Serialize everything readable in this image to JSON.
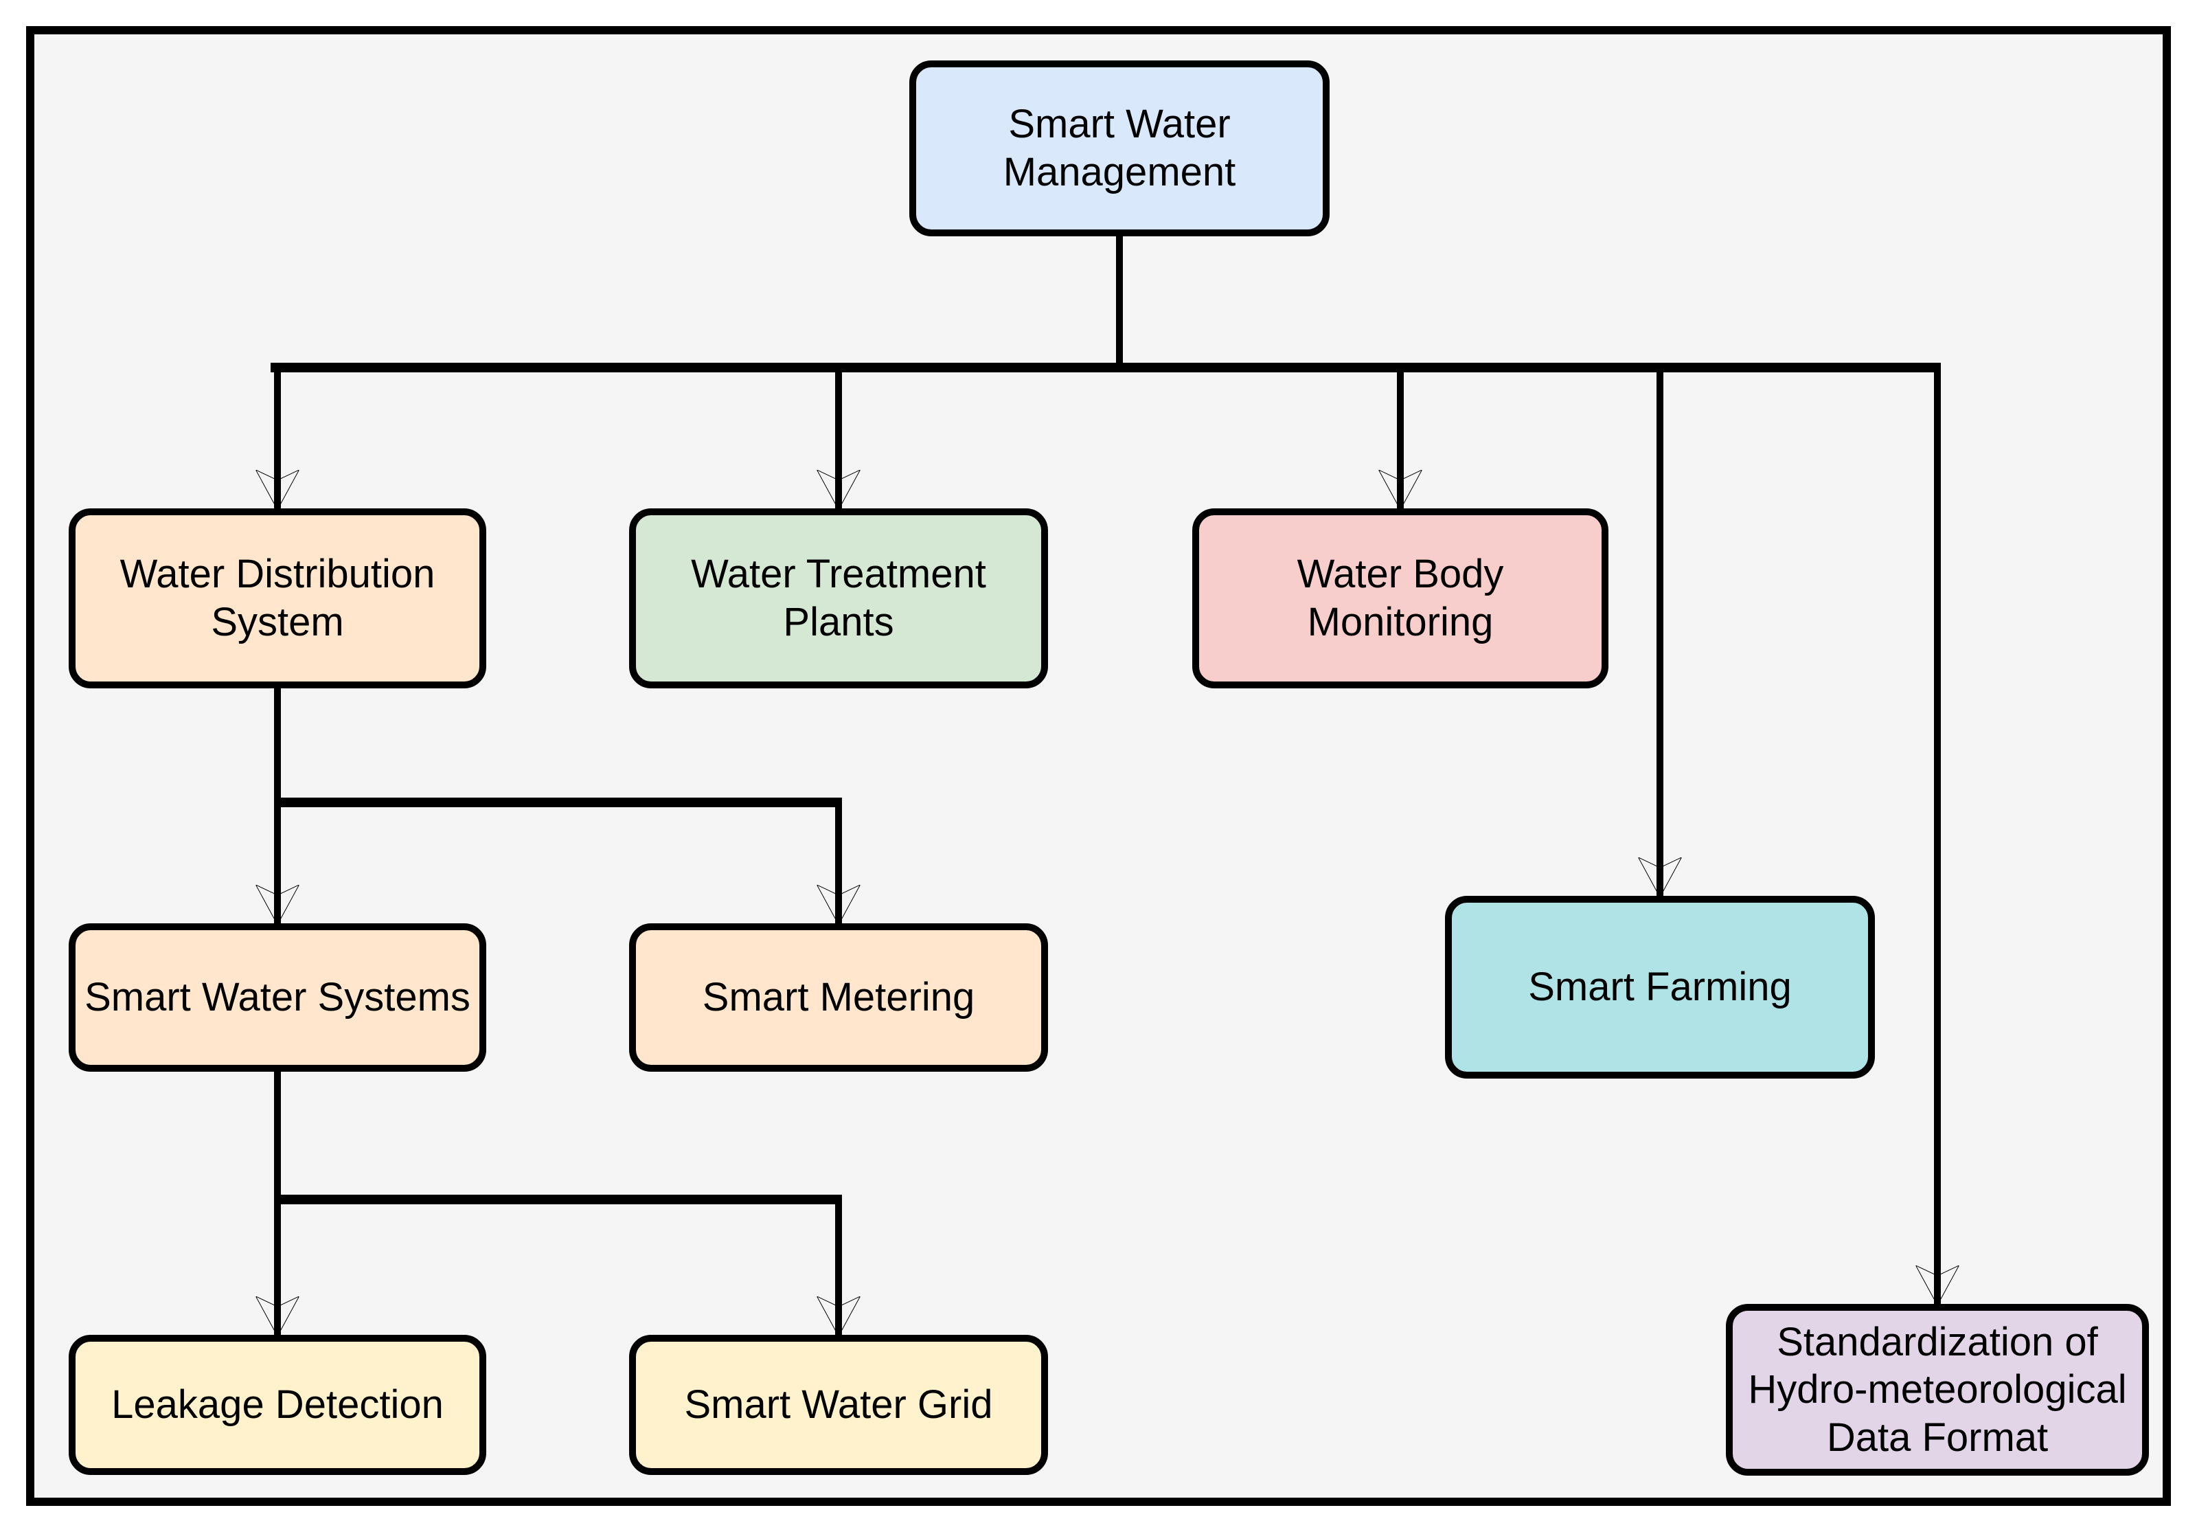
{
  "colors": {
    "page_background": "#ffffff",
    "canvas_background": "#f5f5f5",
    "frame_border": "#000000",
    "connector": "#000000",
    "node_border": "#000000",
    "node_text": "#000000"
  },
  "nodes": {
    "swm": {
      "label": "Smart Water Management",
      "fill": "#dae8fc"
    },
    "wds": {
      "label": "Water Distribution System",
      "fill": "#ffe6cc"
    },
    "wtp": {
      "label": "Water Treatment Plants",
      "fill": "#d5e8d4"
    },
    "wbm": {
      "label": "Water Body Monitoring",
      "fill": "#f8cecc"
    },
    "farming": {
      "label": "Smart Farming",
      "fill": "#b0e3e6"
    },
    "standard": {
      "label": "Standardization of Hydro-meteorological Data Format",
      "fill": "#e1d5e7"
    },
    "sws": {
      "label": "Smart Water Systems",
      "fill": "#ffe6cc"
    },
    "sm": {
      "label": "Smart Metering",
      "fill": "#ffe6cc"
    },
    "ld": {
      "label": "Leakage Detection",
      "fill": "#fff2cc"
    },
    "swg": {
      "label": "Smart Water Grid",
      "fill": "#fff2cc"
    }
  },
  "edges": [
    {
      "from": "swm",
      "to": "wds"
    },
    {
      "from": "swm",
      "to": "wtp"
    },
    {
      "from": "swm",
      "to": "wbm"
    },
    {
      "from": "swm",
      "to": "farming"
    },
    {
      "from": "swm",
      "to": "standard"
    },
    {
      "from": "wds",
      "to": "sws"
    },
    {
      "from": "wds",
      "to": "sm"
    },
    {
      "from": "sws",
      "to": "ld"
    },
    {
      "from": "sws",
      "to": "swg"
    }
  ]
}
